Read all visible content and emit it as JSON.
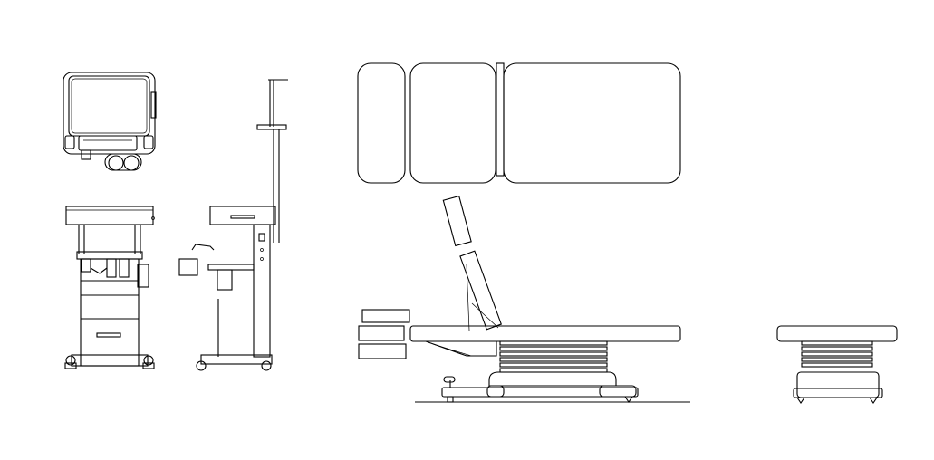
{
  "drawing": {
    "stroke_color": "#000000",
    "background_color": "#ffffff",
    "views": [
      {
        "id": "cart-top",
        "label": ""
      },
      {
        "id": "cart-front",
        "label": ""
      },
      {
        "id": "cart-side",
        "label": ""
      },
      {
        "id": "table-top",
        "label": ""
      },
      {
        "id": "table-side",
        "label": ""
      },
      {
        "id": "table-end",
        "label": ""
      }
    ]
  }
}
